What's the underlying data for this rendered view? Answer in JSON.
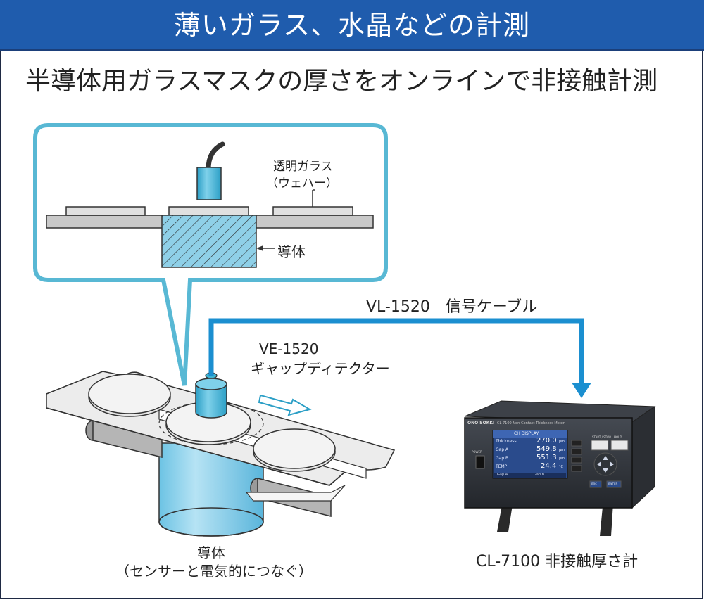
{
  "header": {
    "title": "薄いガラス、水晶などの計測"
  },
  "subtitle": "半導体用ガラスマスクの厚さをオンラインで非接触計測",
  "inset": {
    "glass_label_line1": "透明ガラス",
    "glass_label_line2": "（ウェハー）",
    "conductor_label": "導体"
  },
  "cable_label": "VL-1520　信号ケーブル",
  "sensor": {
    "model": "VE-1520",
    "name": "ギャップディテクター"
  },
  "base": {
    "line1": "導体",
    "line2": "（センサーと電気的につなぐ）"
  },
  "meter": {
    "label": "CL-7100 非接触厚さ計",
    "brand": "ONO SOKKI",
    "panel_title": "CL-7100 Non-Contact Thickness Meter",
    "screen_header": "CH  DISPLAY",
    "rows": [
      {
        "name": "Thickness",
        "value": "270.0",
        "unit": "μm"
      },
      {
        "name": "Gap A",
        "value": "549.8",
        "unit": "μm"
      },
      {
        "name": "Gap B",
        "value": "551.3",
        "unit": "μm"
      },
      {
        "name": "TEMP",
        "value": "24.4",
        "unit": "°C"
      }
    ],
    "status_left": "Gap A",
    "status_right": "Gap B",
    "power_label": "POWER",
    "btn_start": "START / STOP",
    "btn_hold": "HOLD",
    "btn_enter": "ENTER",
    "btn_esc": "ESC"
  },
  "colors": {
    "banner": "#1f5cad",
    "accent_cyan": "#58b8d4",
    "sensor_cyan": "#3fb4d2",
    "cable_blue": "#1b8fd0",
    "conductor_fill": "#8fd0e8"
  }
}
